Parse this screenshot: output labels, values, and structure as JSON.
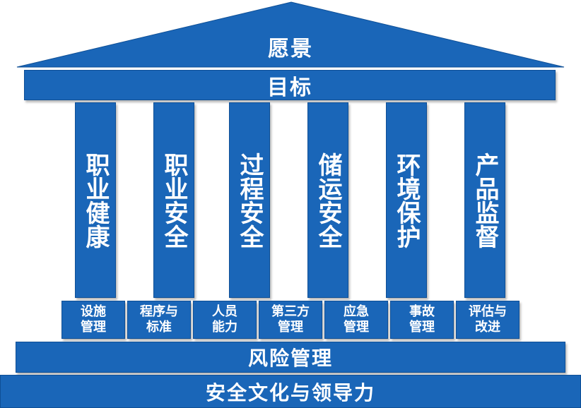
{
  "diagram": {
    "roof": {
      "label": "愿景"
    },
    "beam": {
      "label": "目标"
    },
    "pillars": [
      {
        "label": "职业健康"
      },
      {
        "label": "职业安全"
      },
      {
        "label": "过程安全"
      },
      {
        "label": "储运安全"
      },
      {
        "label": "环境保护"
      },
      {
        "label": "产品监督"
      }
    ],
    "elements": [
      {
        "label": "设施\n管理"
      },
      {
        "label": "程序与\n标准"
      },
      {
        "label": "人员\n能力"
      },
      {
        "label": "第三方\n管理"
      },
      {
        "label": "应急\n管理"
      },
      {
        "label": "事故\n管理"
      },
      {
        "label": "评估与\n改进"
      }
    ],
    "foundation": {
      "label": "风险管理"
    },
    "base": {
      "label": "安全文化与领导力"
    }
  },
  "colors": {
    "fill": "#1a66b8",
    "border": "#0e4f96",
    "text": "#ffffff"
  }
}
